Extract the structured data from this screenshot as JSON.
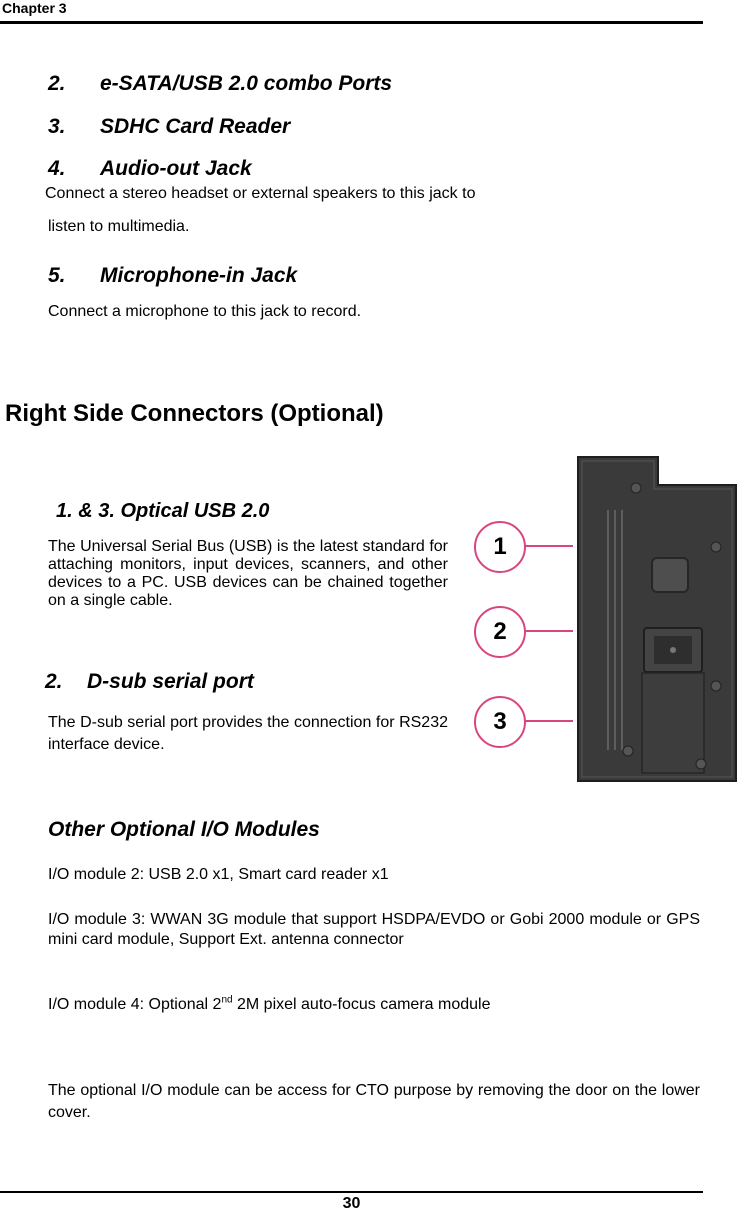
{
  "header": {
    "chapter": "Chapter 3"
  },
  "ports": [
    {
      "num": "2.",
      "title": "e-SATA/USB 2.0 combo Ports"
    },
    {
      "num": "3.",
      "title": "SDHC Card Reader"
    },
    {
      "num": "4.",
      "title": "Audio-out Jack",
      "desc_line1": "Connect a stereo headset or external speakers to this jack to",
      "desc_line2": "listen to multimedia."
    },
    {
      "num": "5.",
      "title": "Microphone-in Jack",
      "desc": "Connect a microphone to this jack to record."
    }
  ],
  "right_side": {
    "title": "Right Side Connectors (Optional)",
    "usb_title": "1. & 3.  Optical USB 2.0",
    "usb_desc": "The Universal Serial Bus (USB) is the latest standard for attaching monitors, input devices, scanners, and other devices to a PC. USB devices can be chained together on a single cable.",
    "dsub_num": "2.",
    "dsub_title": "D-sub serial port",
    "dsub_desc": "The D-sub serial port provides the connection for RS232 interface device.",
    "callouts": [
      "1",
      "2",
      "3"
    ]
  },
  "optional_modules": {
    "title": "Other Optional I/O Modules",
    "module2": "I/O module 2: USB 2.0 x1, Smart card reader x1",
    "module3": "I/O module 3: WWAN 3G module that support HSDPA/EVDO or Gobi 2000 module or GPS mini card module, Support Ext. antenna connector",
    "module4_pre": "I/O module 4: Optional 2",
    "module4_sup": "nd",
    "module4_post": " 2M pixel auto-focus camera module",
    "note": "The optional I/O module can be access for CTO purpose by removing the door on the lower cover."
  },
  "footer": {
    "page_number": "30"
  },
  "colors": {
    "callout": "#d9457f",
    "device_body": "#3a3a3a"
  }
}
